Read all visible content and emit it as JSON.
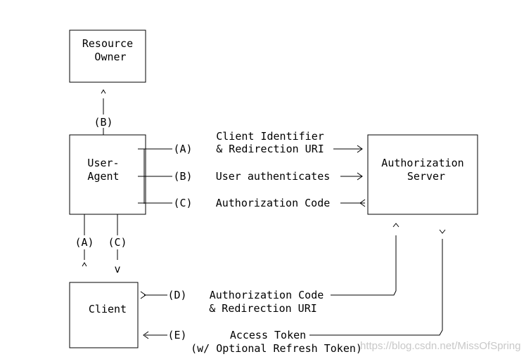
{
  "boxes": {
    "resource_owner": {
      "line1": "Resource",
      "line2": "Owner"
    },
    "user_agent": {
      "line1": "User-",
      "line2": "Agent"
    },
    "authorization_server": {
      "line1": "Authorization",
      "line2": "Server"
    },
    "client": {
      "label": "Client"
    }
  },
  "flows": {
    "b_vertical_label": "(B)",
    "a_vertical_label": "(A)",
    "c_vertical_label": "(C)",
    "a_line1": "Client Identifier",
    "a_line2": "& Redirection URI",
    "a_label": "(A)",
    "b_text": "User authenticates",
    "b_label": "(B)",
    "c_text": "Authorization Code",
    "c_label": "(C)",
    "d_line1": "Authorization Code",
    "d_line2": "& Redirection URI",
    "d_label": "(D)",
    "e_line1": "Access Token",
    "e_line2": "(w/ Optional Refresh Token)",
    "e_label": "(E)"
  },
  "watermark": "https://blog.csdn.net/MissOfSpring"
}
